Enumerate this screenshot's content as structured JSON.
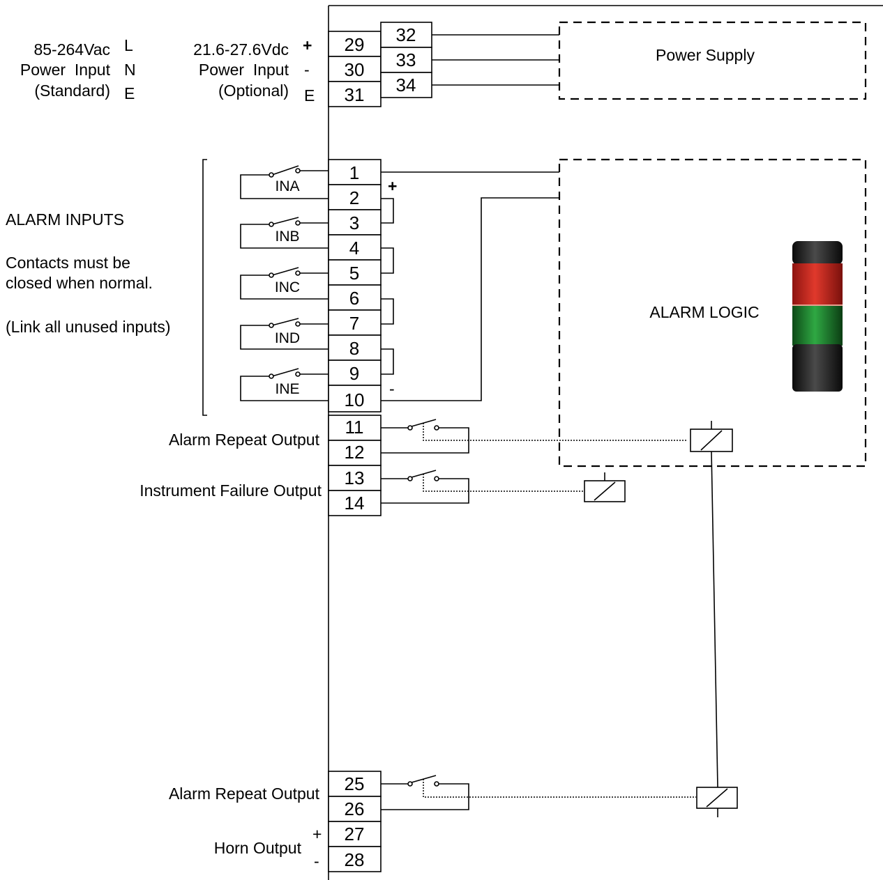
{
  "power": {
    "ac_voltage": "85-264Vac",
    "ac_input": "Power  Input",
    "ac_standard": "(Standard)",
    "ac_pins": [
      "L",
      "N",
      "E"
    ],
    "dc_voltage": "21.6-27.6Vdc",
    "dc_input": "Power  Input",
    "dc_optional": "(Optional)",
    "dc_pins": [
      "+",
      "-",
      "E"
    ],
    "supply_label": "Power Supply"
  },
  "terminals": {
    "power_left": [
      "29",
      "30",
      "31"
    ],
    "power_right": [
      "32",
      "33",
      "34"
    ],
    "inputs": [
      "1",
      "2",
      "3",
      "4",
      "5",
      "6",
      "7",
      "8",
      "9",
      "10"
    ],
    "outputs": [
      "11",
      "12",
      "13",
      "14"
    ],
    "bottom": [
      "25",
      "26",
      "27",
      "28"
    ]
  },
  "inputs_section": {
    "title": "ALARM INPUTS",
    "note_line1": "Contacts must be",
    "note_line2": "closed when normal.",
    "note_line3": "(Link all unused inputs)",
    "switch_labels": [
      "INA",
      "INB",
      "INC",
      "IND",
      "INE"
    ],
    "plus_sign": "+",
    "minus_sign": "-"
  },
  "logic": {
    "label": "ALARM LOGIC"
  },
  "outputs": {
    "alarm_repeat_1": "Alarm Repeat Output",
    "instrument_failure": "Instrument Failure Output",
    "alarm_repeat_2": "Alarm Repeat Output",
    "horn": "Horn Output",
    "horn_plus": "+",
    "horn_minus": "-"
  },
  "beacon": {
    "colors": {
      "top_cap": "#2a2a2a",
      "red": "#c8281e",
      "green": "#1f8a2e",
      "base": "#1a1a1a"
    }
  }
}
